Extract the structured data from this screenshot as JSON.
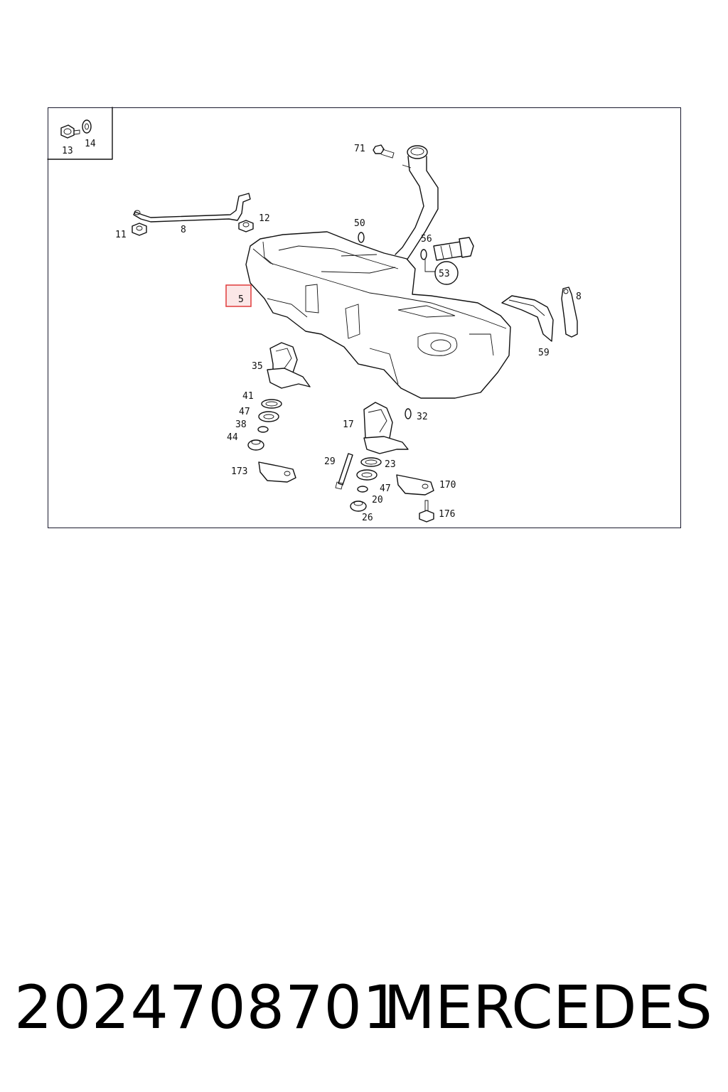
{
  "diagram": {
    "callouts": {
      "c13": "13",
      "c14": "14",
      "c71": "71",
      "c11": "11",
      "c8a": "8",
      "c12": "12",
      "c50": "50",
      "c56": "56",
      "c53": "53",
      "c5": "5",
      "c8b": "8",
      "c59": "59",
      "c35": "35",
      "c41": "41",
      "c47a": "47",
      "c38": "38",
      "c44": "44",
      "c173": "173",
      "c17": "17",
      "c32": "32",
      "c29": "29",
      "c23": "23",
      "c47b": "47",
      "c20": "20",
      "c26": "26",
      "c170": "170",
      "c176": "176"
    },
    "highlight_color": "#e03a3a"
  },
  "footer": {
    "part_number": "2024708701",
    "brand": "MERCEDES"
  }
}
